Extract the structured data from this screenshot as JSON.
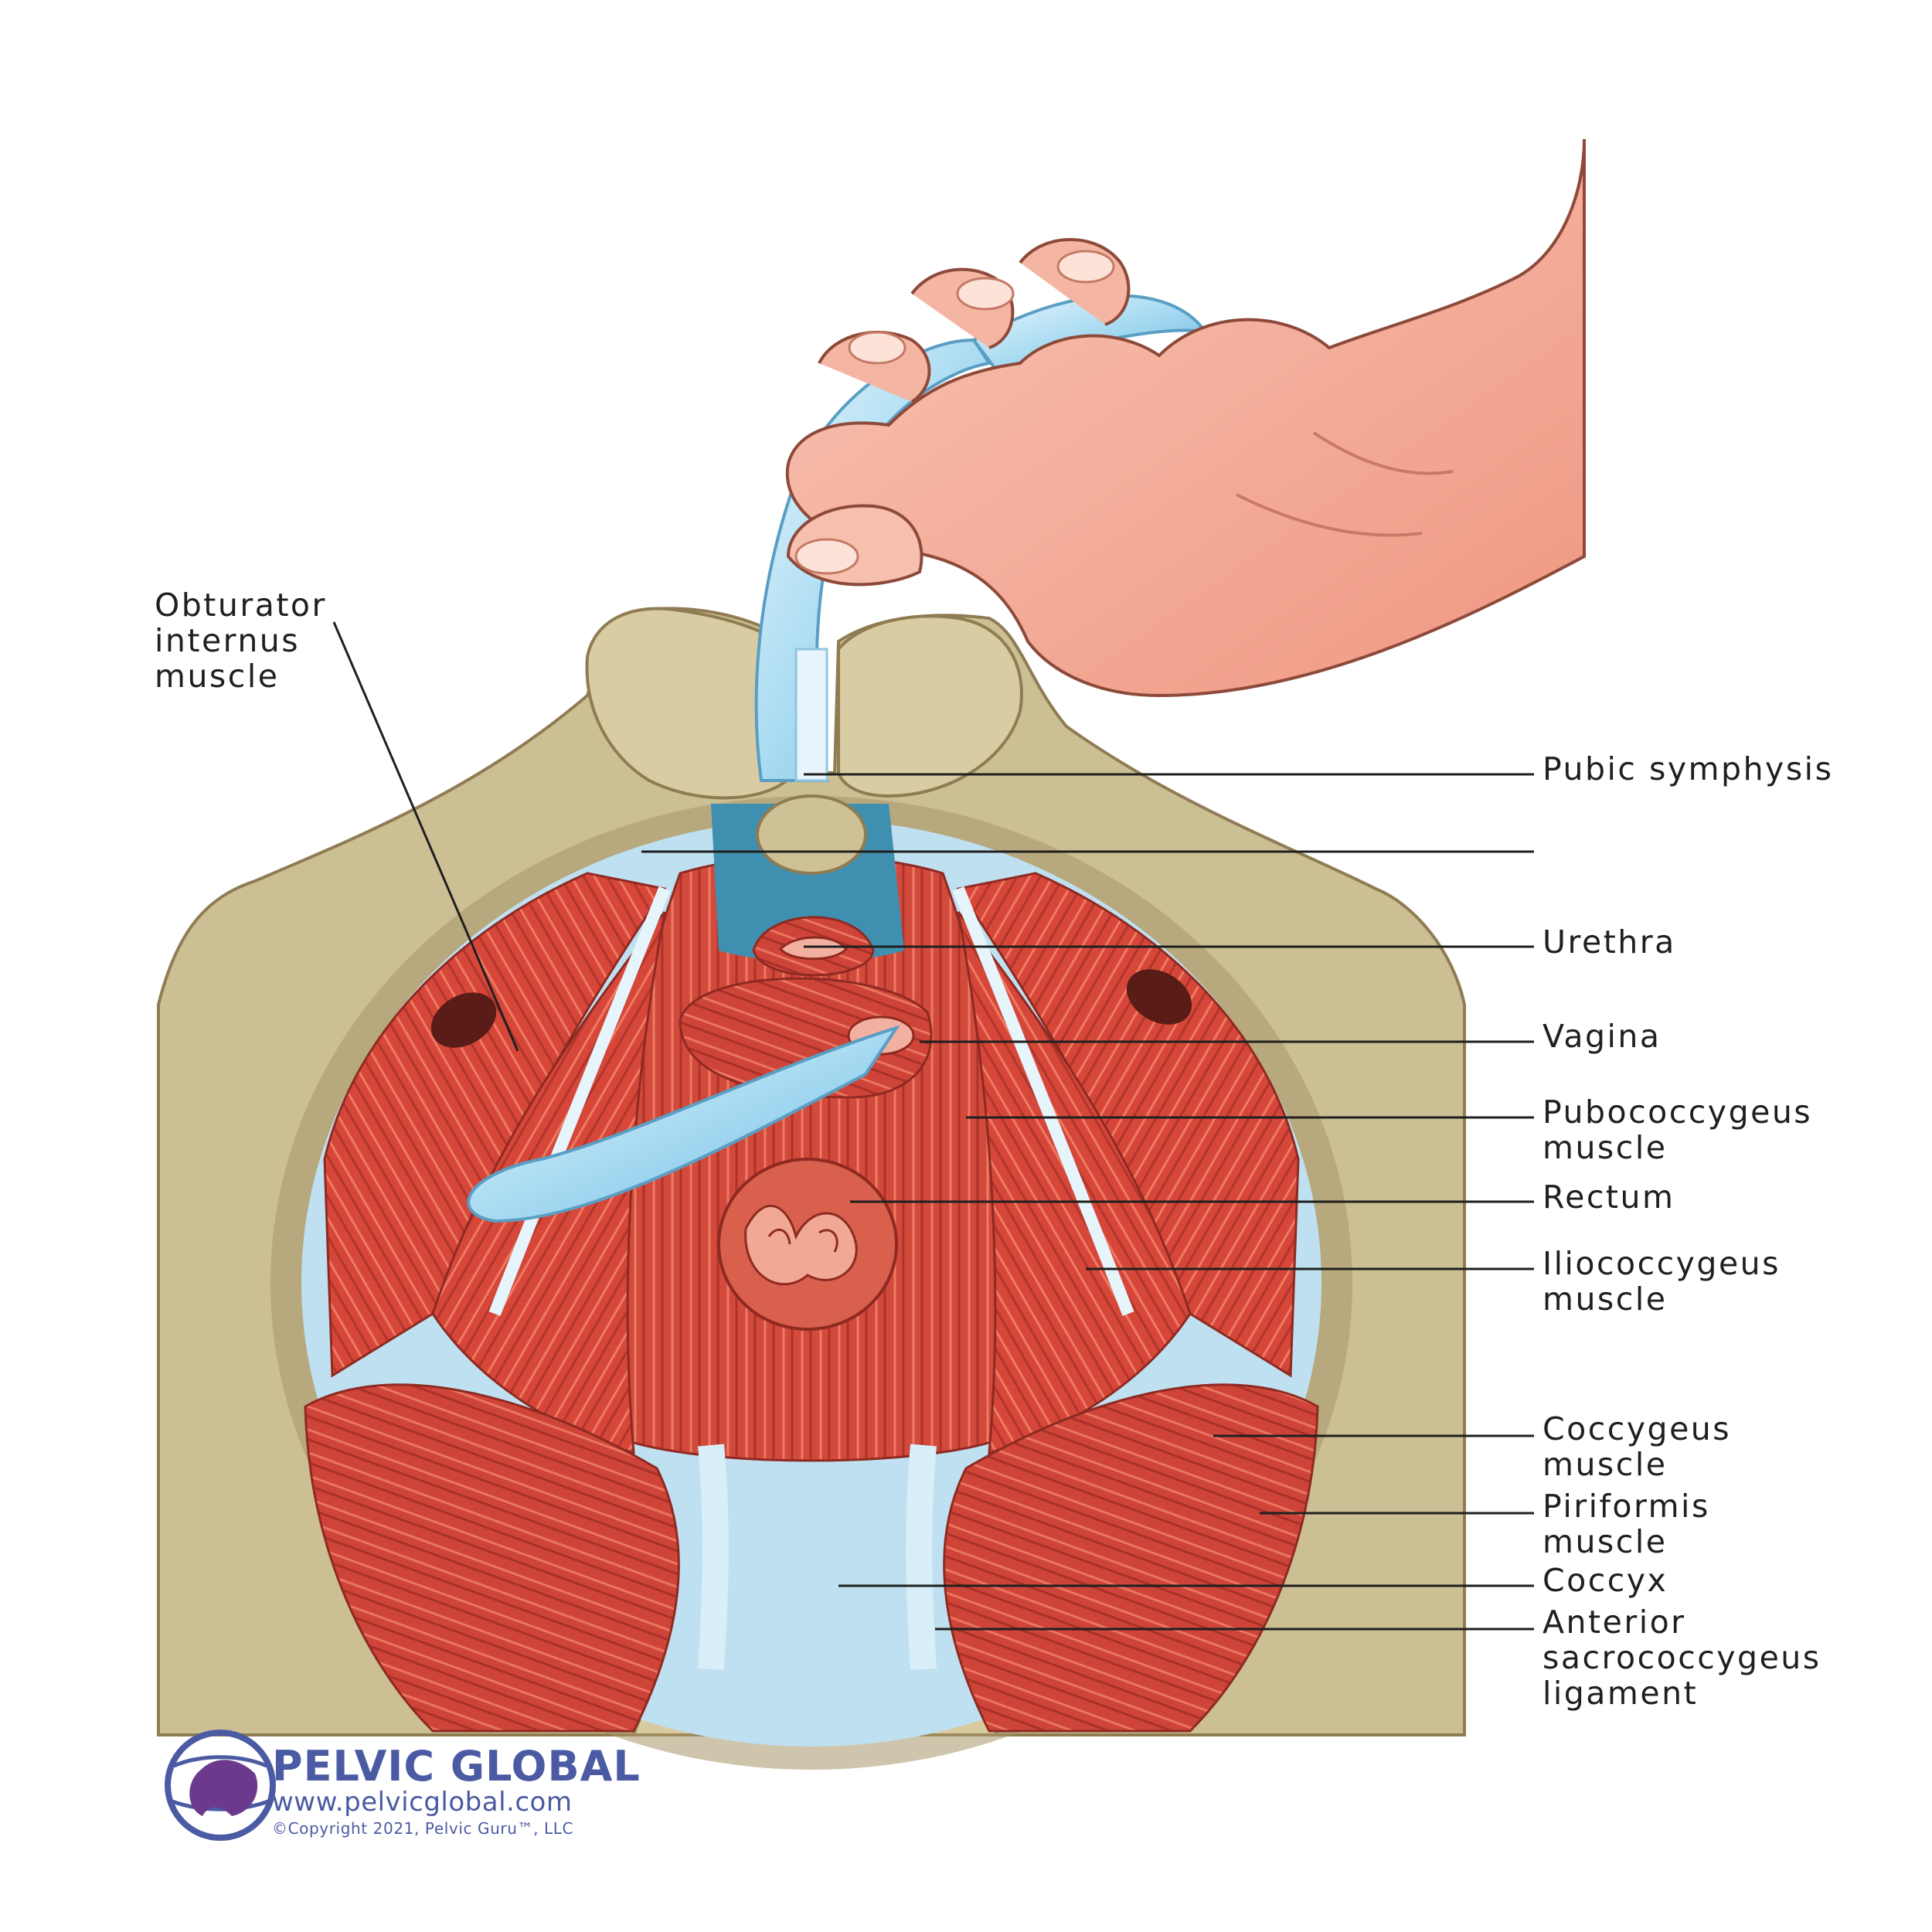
{
  "labels": {
    "obturator_internus": "Obturator\ninternus\nmuscle",
    "pubic_symphysis": "Pubic symphysis",
    "urethra": "Urethra",
    "vagina": "Vagina",
    "pubococcygeus": "Pubococcygeus\nmuscle",
    "rectum": "Rectum",
    "iliococcygeus": "Iliococcygeus\nmuscle",
    "coccygeus": "Coccygeus\nmuscle",
    "piriformis": "Piriformis\nmuscle",
    "coccyx": "Coccyx",
    "anterior_sacrococcygeus": "Anterior\nsacrococcygeus\nligament"
  },
  "brand": {
    "name": "PELVIC GLOBAL",
    "url": "www.pelvicglobal.com",
    "copyright": "©Copyright 2021, Pelvic Guru™, LLC"
  },
  "colors": {
    "bone": "#cdbf94",
    "bone_shadow": "#a8966a",
    "muscle": "#d6473a",
    "muscle_dark": "#b1352b",
    "fascia": "#bfe0f0",
    "skin": "#f2a693",
    "brand": "#4a5aa3"
  }
}
